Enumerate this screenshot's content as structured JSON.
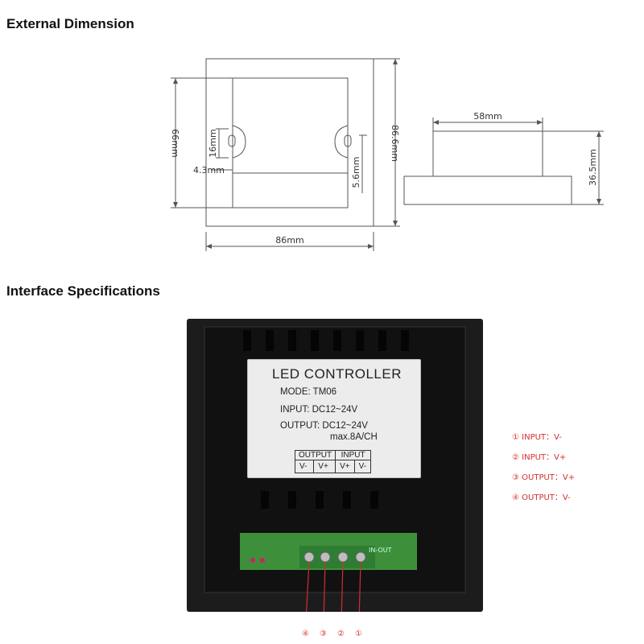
{
  "sections": {
    "external_dimension": "External Dimension",
    "interface_specifications": "Interface Specifications"
  },
  "dimensions": {
    "height_inner": "66mm",
    "slot_height": "16mm",
    "slot_offset": "4.3mm",
    "slot_width": "5.6mm",
    "total_height": "86.6mm",
    "total_width": "86mm",
    "body_width": "58mm",
    "depth": "36.5mm"
  },
  "label": {
    "title": "LED CONTROLLER",
    "model": "MODE: TM06",
    "input": "INPUT: DC12~24V",
    "output": "OUTPUT: DC12~24V",
    "max": "max.8A/CH",
    "group_output": "OUTPUT",
    "group_input": "INPUT",
    "terminals": [
      "V-",
      "V+",
      "V+",
      "V-"
    ]
  },
  "board_mark": "IN-OUT",
  "legend": [
    {
      "num": "①",
      "text": "INPUT：V-"
    },
    {
      "num": "②",
      "text": "INPUT：V+"
    },
    {
      "num": "③",
      "text": "OUTPUT：V+"
    },
    {
      "num": "④",
      "text": "OUTPUT：V-"
    }
  ],
  "pins": [
    "④",
    "③",
    "②",
    "①"
  ],
  "colors": {
    "accent": "#d32f2f",
    "pcb": "#3e8f3a",
    "terminal_block": "#2e7d32"
  }
}
